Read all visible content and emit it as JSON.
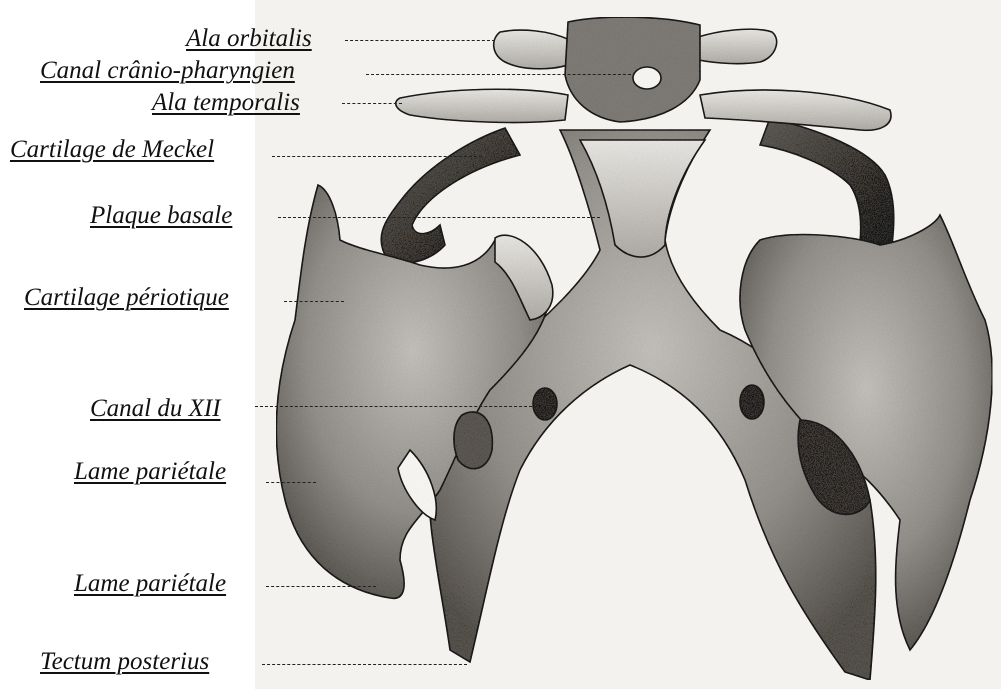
{
  "labels": {
    "ala_orbitalis": "Ala orbitalis",
    "canal_cranio_pharyngien": "Canal crânio-pharyngien",
    "ala_temporalis": "Ala temporalis",
    "cartilage_de_meckel": "Cartilage de Meckel",
    "plaque_basale": "Plaque basale",
    "cartilage_periotique": "Cartilage périotique",
    "canal_du_xii": "Canal du XII",
    "lame_parietale_1": "Lame pariétale",
    "lame_parietale_2": "Lame pariétale",
    "tectum_posterius": "Tectum posterius"
  },
  "colors": {
    "cartilage_fill": "#8c8a86",
    "cartilage_shadow": "#3f3d3b",
    "cartilage_light": "#c9c7c3",
    "outline": "#1f1e1c",
    "leader_line": "#222222"
  }
}
